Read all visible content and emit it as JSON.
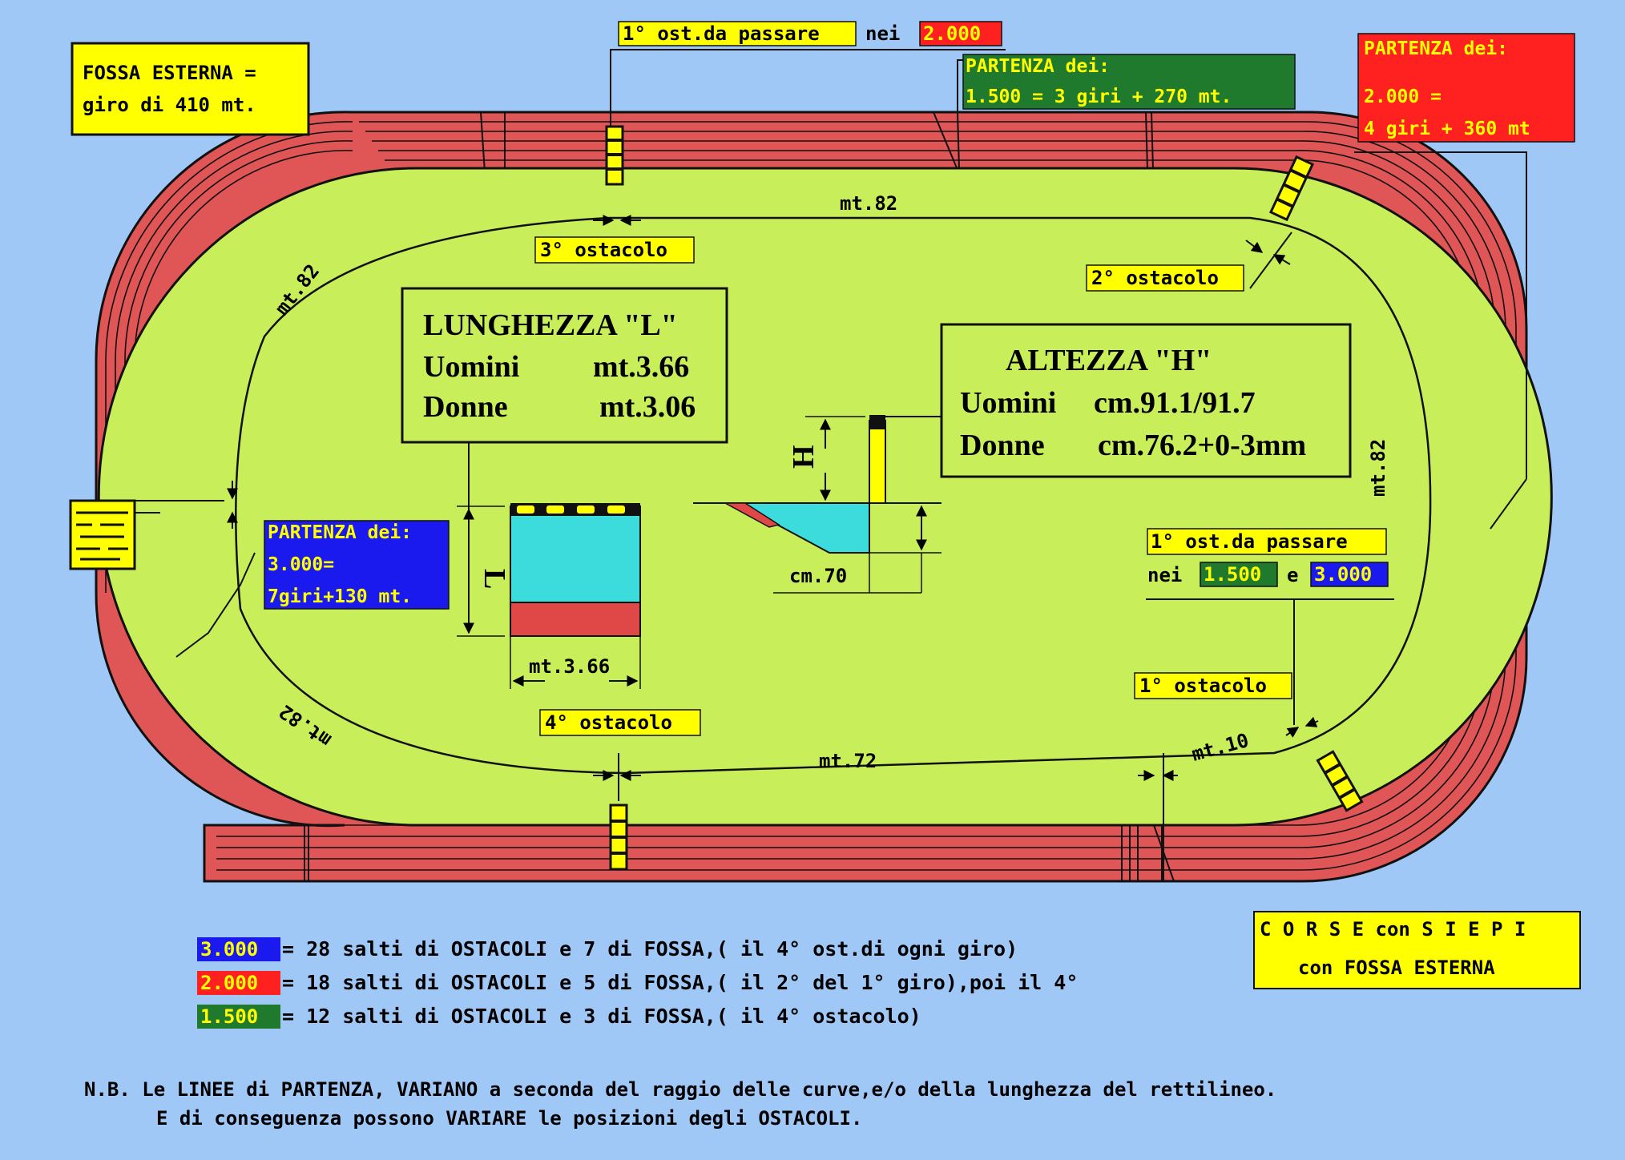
{
  "colors": {
    "background": "#9fc8f7",
    "track": "#e05555",
    "field": "#c8ee5a",
    "yellow": "#ffff00",
    "red": "#ff2020",
    "green": "#1f7a2e",
    "blue": "#1a1aee",
    "water": "#3ddcdc"
  },
  "labels": {
    "fossa_esterna_1": "FOSSA ESTERNA =",
    "fossa_esterna_2": "giro di 410 mt.",
    "first_obstacle_top": "1° ost.da passare",
    "nei": "nei",
    "top_2000": "2.000",
    "start_1500_1": "PARTENZA dei:",
    "start_1500_2": "1.500 = 3 giri + 270 mt.",
    "start_2000_1": "PARTENZA dei:",
    "start_2000_2": "2.000 =",
    "start_2000_3": "4 giri + 360 mt",
    "mt82_top": "mt.82",
    "mt82_left": "mt.82",
    "mt82_right": "mt.82",
    "mt82_bottom_left": "mt.82",
    "mt72": "mt.72",
    "mt10": "mt.10",
    "ostacolo_3": "3° ostacolo",
    "ostacolo_2": "2° ostacolo",
    "ostacolo_1": "1° ostacolo",
    "ostacolo_4": "4° ostacolo",
    "lunghezza_title": "LUNGHEZZA \"L\"",
    "lunghezza_uomini": "Uomini",
    "lunghezza_uomini_val": "mt.3.66",
    "lunghezza_donne": "Donne",
    "lunghezza_donne_val": "mt.3.06",
    "altezza_title": "ALTEZZA \"H\"",
    "altezza_uomini": "Uomini",
    "altezza_uomini_val": "cm.91.1/91.7",
    "altezza_donne": "Donne",
    "altezza_donne_val": "cm.76.2+0-3mm",
    "start_3000_1": "PARTENZA dei:",
    "start_3000_2": "3.000=",
    "start_3000_3": "7giri+130 mt.",
    "L": "L",
    "H": "H",
    "cm70": "cm.70",
    "pit_width": "mt.3.66",
    "first_obstacle_right": "1° ost.da passare",
    "nei_right": "nei",
    "right_1500": "1.500",
    "e": "e",
    "right_3000": "3.000",
    "title_1": "C O R S E con S I E P I",
    "title_2": "con FOSSA ESTERNA"
  },
  "legend": [
    {
      "tag": "3.000",
      "text": "= 28 salti di OSTACOLI e 7 di FOSSA,( il 4° ost.di ogni giro)"
    },
    {
      "tag": "2.000",
      "text": "= 18 salti di OSTACOLI e 5 di FOSSA,( il 2° del 1° giro),poi il 4°"
    },
    {
      "tag": "1.500",
      "text": "= 12 salti di OSTACOLI e 3 di FOSSA,( il 4° ostacolo)"
    }
  ],
  "note": {
    "line1": "N.B. Le LINEE di PARTENZA, VARIANO a seconda del raggio delle curve,e/o della lunghezza del rettilineo.",
    "line2": "E di conseguenza possono VARIARE le posizioni degli OSTACOLI."
  }
}
